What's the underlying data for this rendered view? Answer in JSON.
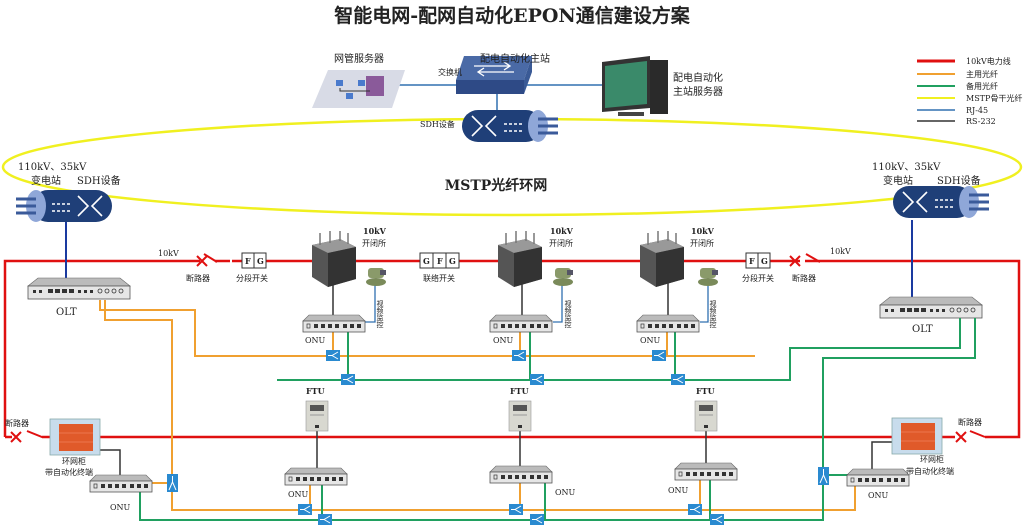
{
  "title": "智能电网-配网自动化EPON通信建设方案",
  "legend": [
    {
      "label": "10kV电力线",
      "color": "#e01010"
    },
    {
      "label": "主用光纤",
      "color": "#f0a030"
    },
    {
      "label": "备用光纤",
      "color": "#20a060"
    },
    {
      "label": "MSTP骨干光纤",
      "color": "#f0f020"
    },
    {
      "label": "RJ-45",
      "color": "#3070b0"
    },
    {
      "label": "RS-232",
      "color": "#333333"
    }
  ],
  "master_station": {
    "nms_server": "网管服务器",
    "title": "配电自动化主站",
    "switch": "交换机",
    "server_line1": "配电自动化",
    "server_line2": "主站服务器",
    "sdh": "SDH设备"
  },
  "ring": {
    "label": "MSTP光纤环网"
  },
  "substation_left": {
    "line1": "110kV、35kV",
    "line2": "变电站",
    "sdh": "SDH设备",
    "olt": "OLT"
  },
  "substation_right": {
    "line1": "110kV、35kV",
    "line2": "变电站",
    "sdh": "SDH设备",
    "olt": "OLT"
  },
  "feeder": {
    "voltage_left": "10kV",
    "voltage_right": "10kV",
    "breaker": "断路器",
    "sectional_switch": "分段开关",
    "tie_switch": "联络开关",
    "fg_f": "F",
    "fg_g": "G"
  },
  "switching_stations": [
    {
      "voltage": "10kV",
      "name": "开闭所",
      "video": "视频监控",
      "onu": "ONU"
    },
    {
      "voltage": "10kV",
      "name": "开闭所",
      "video": "视频监控",
      "onu": "ONU"
    },
    {
      "voltage": "10kV",
      "name": "开闭所",
      "video": "视频监控",
      "onu": "ONU"
    }
  ],
  "ftus": [
    {
      "label": "FTU",
      "onu": "ONU"
    },
    {
      "label": "FTU",
      "onu": "ONU"
    },
    {
      "label": "FTU",
      "onu": "ONU"
    }
  ],
  "ring_cabinets": [
    {
      "line1": "环网柜",
      "line2": "带自动化终端",
      "onu": "ONU",
      "breaker": "断路器"
    },
    {
      "line1": "环网柜",
      "line2": "带自动化终端",
      "onu": "ONU",
      "breaker": "断路器"
    }
  ]
}
